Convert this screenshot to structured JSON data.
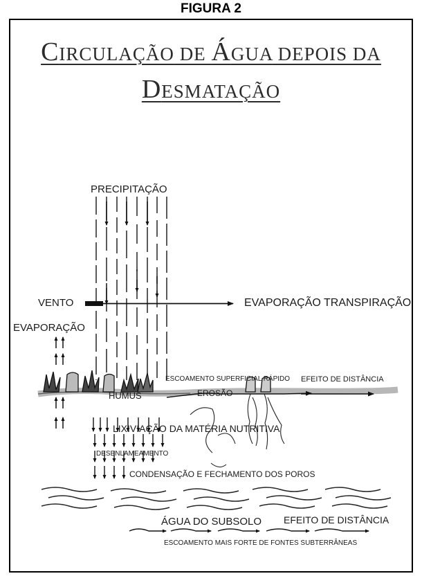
{
  "caption": "FIGURA 2",
  "title": {
    "line1": [
      {
        "text": "C",
        "caps": true
      },
      {
        "text": "IRCULAÇÃO",
        "caps": false
      },
      {
        "text": " DE ",
        "caps": false
      },
      {
        "text": "Á",
        "caps": true
      },
      {
        "text": "GUA",
        "caps": false
      },
      {
        "text": " DEPOIS DA",
        "caps": false
      }
    ],
    "line2": [
      {
        "text": "D",
        "caps": true
      },
      {
        "text": "ESMATAÇÃO",
        "caps": false
      }
    ]
  },
  "labels": {
    "precipitacao": "PRECIPITAÇÃO",
    "vento": "VENTO",
    "evaporacao_transpiracao": "EVAPORAÇÃO TRANSPIRAÇÃO",
    "evaporacao": "EVAPORAÇÃO",
    "escoamento_rapido": "ESCOAMENTO SUPERFICIAL RÁPIDO",
    "efeito_distancia_1": "EFEITO DE DISTÂNCIA",
    "humus": "HUMUS",
    "erosao": "EROSÃO",
    "lixiviacao": "LIXIVIAÇÃO DA MATÉRIA NUTRITIVA",
    "desenlameamento": "DESENLAMEAMENTO",
    "condensacao": "CONDENSAÇÃO E FECHAMENTO DOS POROS",
    "agua_subsolo": "ÁGUA DO SUBSOLO",
    "efeito_distancia_2": "EFEITO DE DISTÂNCIA",
    "escoamento_forte": "ESCOAMENTO MAIS FORTE DE FONTES SUBTERRÂNEAS"
  }
}
